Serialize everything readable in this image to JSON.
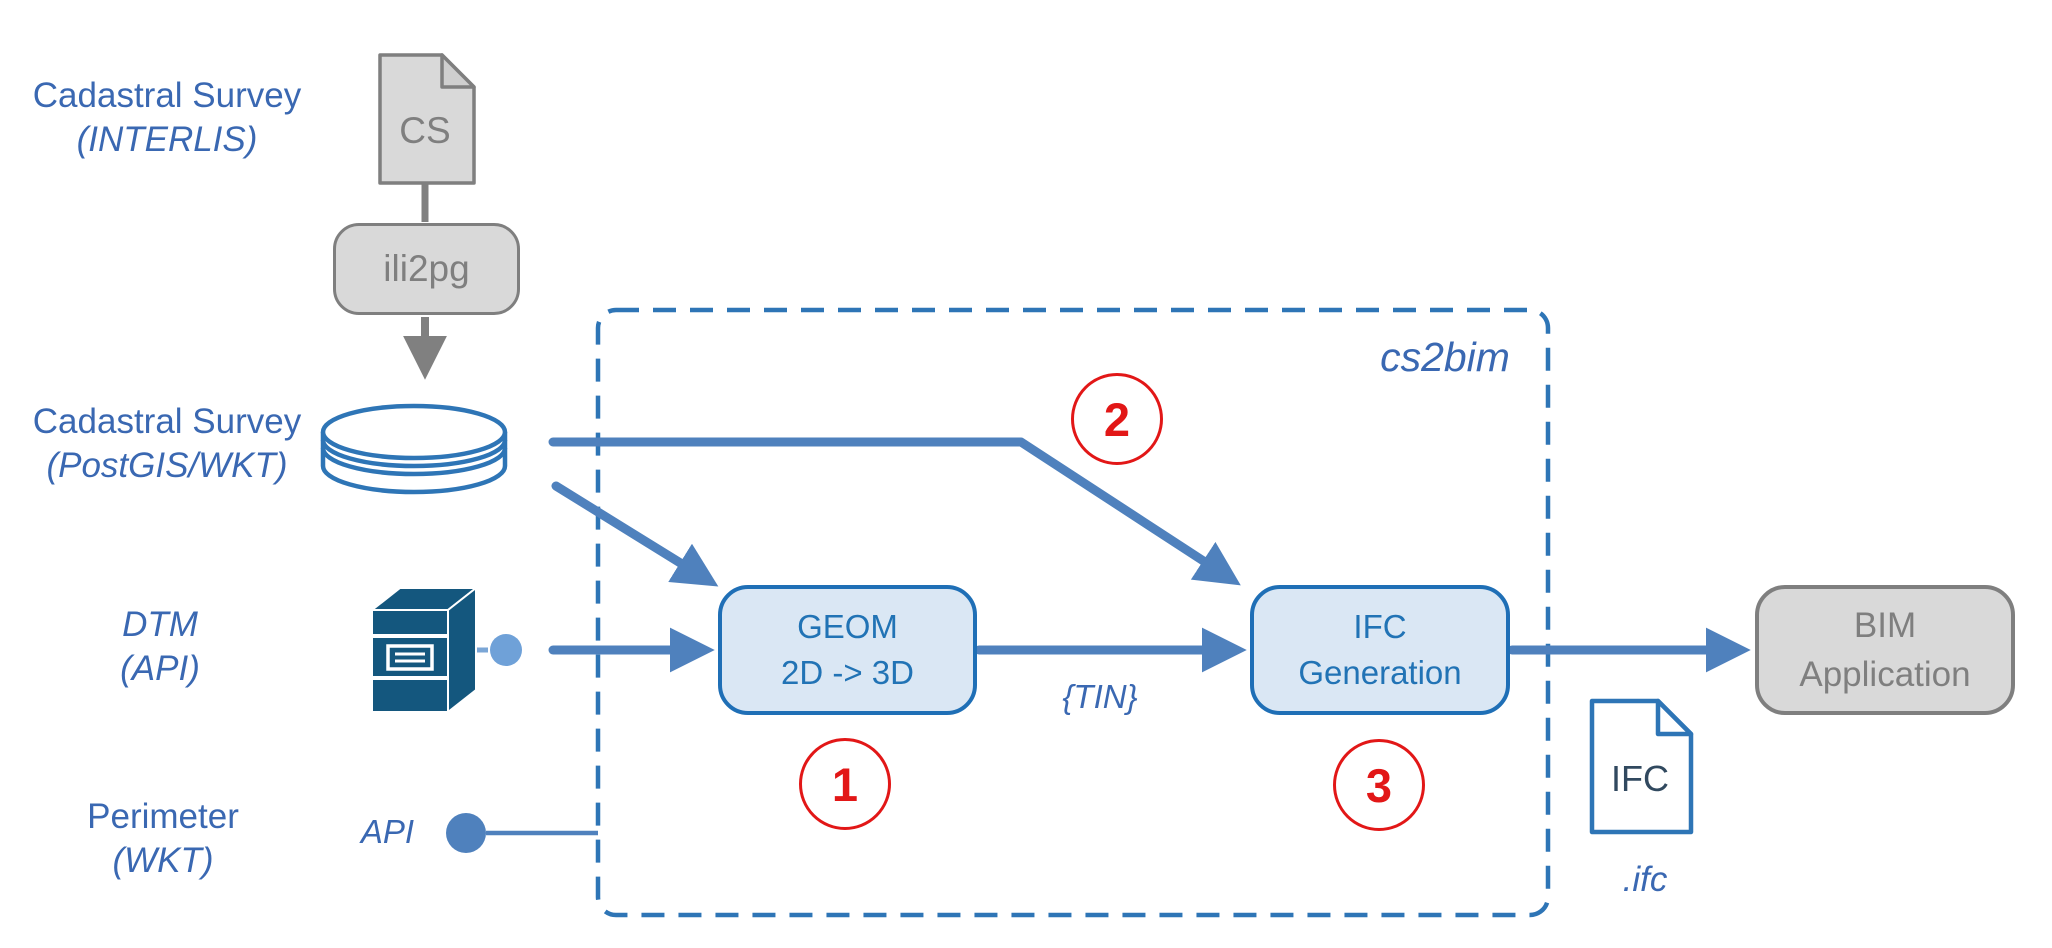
{
  "diagram": {
    "container_title": "cs2bim",
    "inputs": {
      "cadastral_interlis": {
        "line1": "Cadastral Survey",
        "line2": "(INTERLIS)"
      },
      "cadastral_postgis": {
        "line1": "Cadastral Survey",
        "line2": "(PostGIS/WKT)"
      },
      "dtm": {
        "line1": "DTM",
        "line2": "(API)"
      },
      "perimeter": {
        "line1": "Perimeter",
        "line2": "(WKT)"
      },
      "api_connector_label": "API"
    },
    "nodes": {
      "cs_document_label": "CS",
      "ili2pg_label": "ili2pg",
      "geom": {
        "line1": "GEOM",
        "line2": "2D -> 3D"
      },
      "ifc_gen": {
        "line1": "IFC",
        "line2": "Generation"
      },
      "bim_app": {
        "line1": "BIM",
        "line2": "Application"
      },
      "ifc_document_label": "IFC",
      "ifc_file_extension": ".ifc"
    },
    "edge_labels": {
      "tin": "{TIN}"
    },
    "steps": {
      "s1": "1",
      "s2": "2",
      "s3": "3"
    },
    "icons": [
      "document-icon",
      "database-icon",
      "server-icon",
      "api-dot-icon",
      "arrow-icon"
    ],
    "colors": {
      "label_blue": "#3a68b2",
      "outline_blue": "#2e75b6",
      "process_border_blue": "#1f6fb6",
      "process_fill_blue": "#dae7f4",
      "arrow_blue": "#4f81bd",
      "connector_dot_light_blue": "#6fa1d8",
      "server_dark_blue": "#14577e",
      "gray_fill": "#d9d9d9",
      "gray_border": "#7f7f7f",
      "gray_text": "#7f7f7f",
      "step_red": "#e21717",
      "ifc_text_navy": "#31495f"
    }
  }
}
